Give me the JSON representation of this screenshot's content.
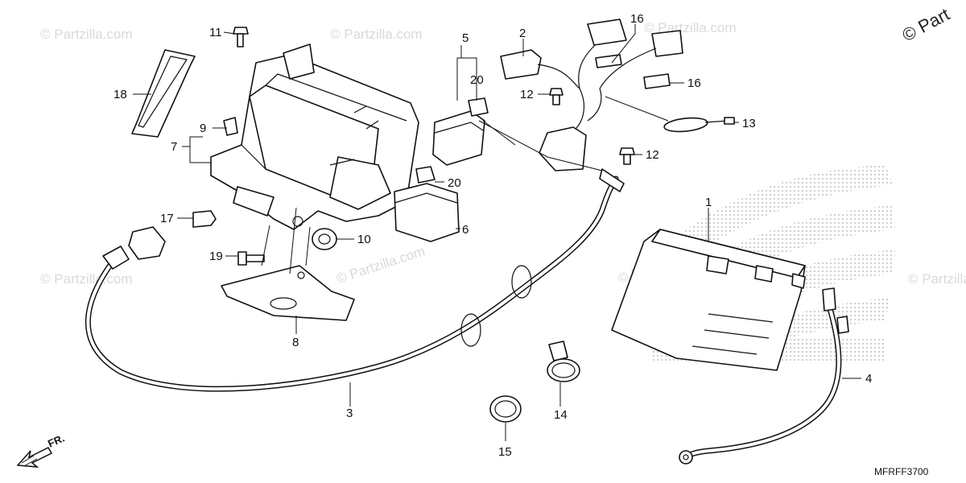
{
  "watermark": {
    "text": "© Partzilla.com",
    "corner_text": "© Part"
  },
  "diagram_code": "MFRFF3700",
  "front_marker": "FR.",
  "callouts": [
    {
      "id": "c1",
      "text": "1"
    },
    {
      "id": "c2",
      "text": "2"
    },
    {
      "id": "c3",
      "text": "3"
    },
    {
      "id": "c4",
      "text": "4"
    },
    {
      "id": "c5",
      "text": "5"
    },
    {
      "id": "c6",
      "text": "6"
    },
    {
      "id": "c7",
      "text": "7"
    },
    {
      "id": "c8",
      "text": "8"
    },
    {
      "id": "c9",
      "text": "9"
    },
    {
      "id": "c10",
      "text": "10"
    },
    {
      "id": "c11",
      "text": "11"
    },
    {
      "id": "c12a",
      "text": "12"
    },
    {
      "id": "c12b",
      "text": "12"
    },
    {
      "id": "c13",
      "text": "13"
    },
    {
      "id": "c14",
      "text": "14"
    },
    {
      "id": "c15",
      "text": "15"
    },
    {
      "id": "c16a",
      "text": "16"
    },
    {
      "id": "c16b",
      "text": "16"
    },
    {
      "id": "c17",
      "text": "17"
    },
    {
      "id": "c18",
      "text": "18"
    },
    {
      "id": "c19",
      "text": "19"
    },
    {
      "id": "c20a",
      "text": "20"
    },
    {
      "id": "c20b",
      "text": "20"
    }
  ],
  "colors": {
    "ink": "#111111",
    "watermark": "#d9d9d9",
    "logo_dots": "#c8c8c8"
  }
}
